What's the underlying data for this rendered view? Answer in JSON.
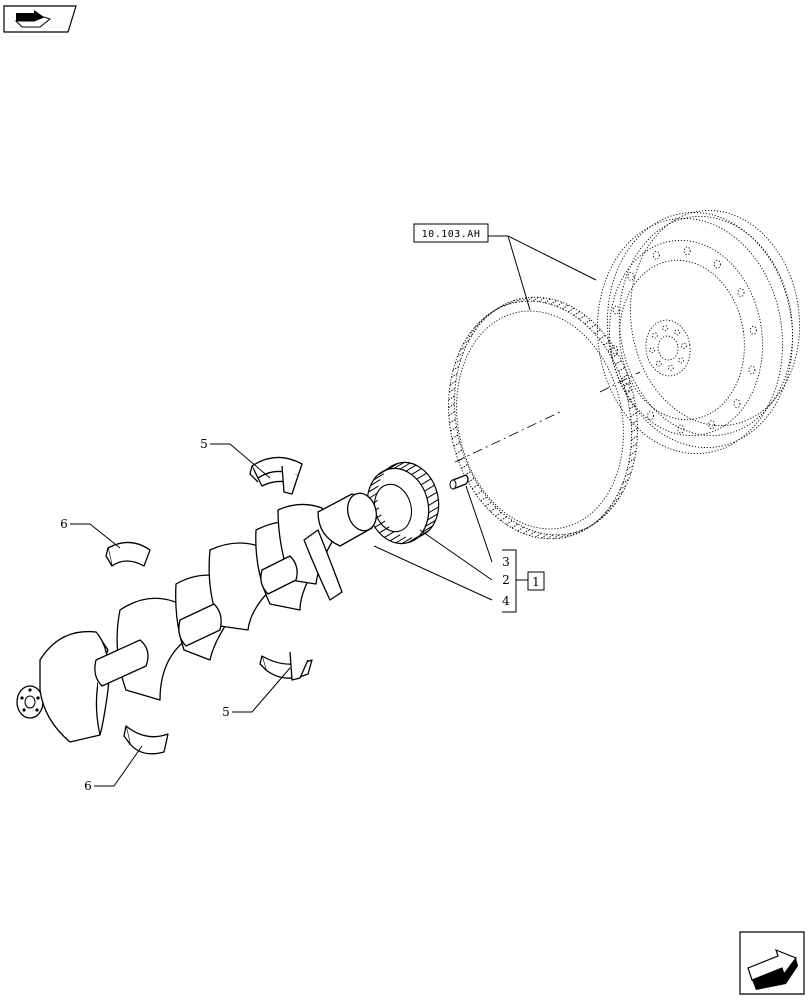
{
  "navigation": {
    "back_icon": "back-arrow-icon",
    "next_icon": "next-arrow-icon"
  },
  "reference": {
    "label": "10.103.AH"
  },
  "callouts": {
    "c1": "1",
    "c2": "2",
    "c3": "3",
    "c4": "4",
    "c5_upper": "5",
    "c5_lower": "5",
    "c6_upper": "6",
    "c6_lower": "6"
  },
  "colors": {
    "line": "#000000",
    "background": "#ffffff"
  }
}
